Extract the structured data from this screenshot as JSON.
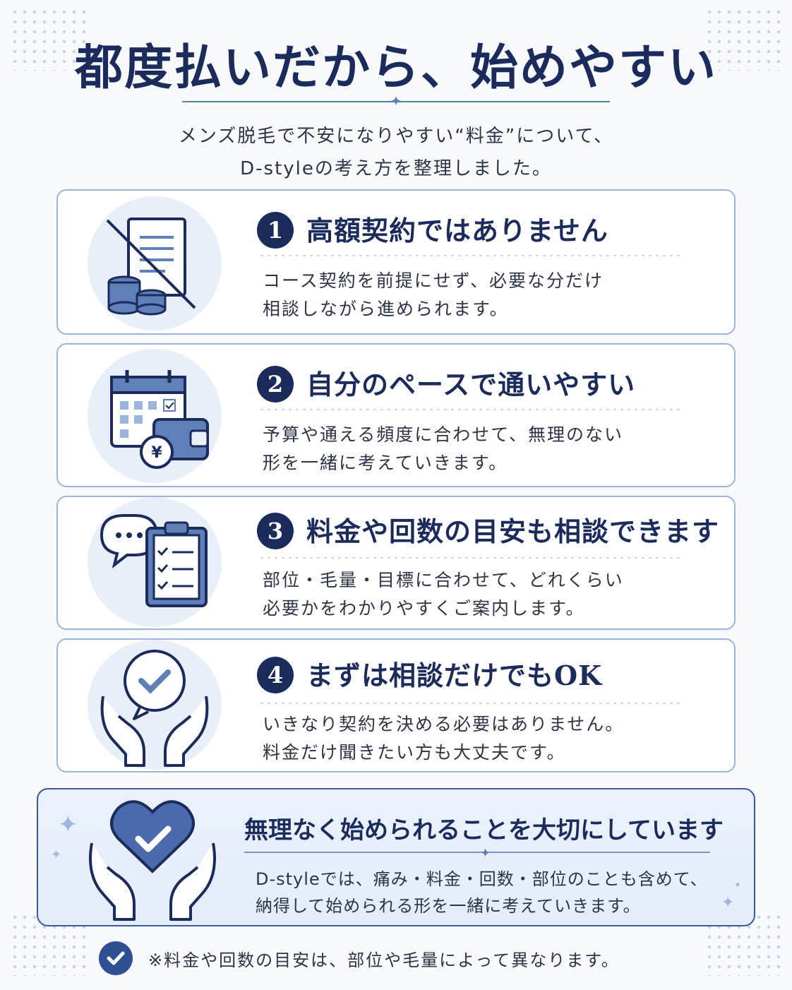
{
  "header": {
    "title": "都度払いだから、始めやすい",
    "subtitle_lines": [
      "メンズ脱毛で不安になりやすい“料金”について、",
      "D-styleの考え方を整理しました。"
    ]
  },
  "cards": [
    {
      "number": "1",
      "heading": "高額契約ではありません",
      "icon": "no-contract-coins-icon",
      "body": [
        "コース契約を前提にせず、必要な分だけ",
        "相談しながら進められます。"
      ]
    },
    {
      "number": "2",
      "heading": "自分のペースで通いやすい",
      "icon": "calendar-wallet-icon",
      "body": [
        "予算や通える頻度に合わせて、無理のない",
        "形を一緒に考えていきます。"
      ]
    },
    {
      "number": "3",
      "heading": "料金や回数の目安も相談できます",
      "icon": "chat-clipboard-icon",
      "body": [
        "部位・毛量・目標に合わせて、どれくらい",
        "必要かをわかりやすくご案内します。"
      ]
    },
    {
      "number": "4",
      "heading": "まずは相談だけでもOK",
      "icon": "hands-check-bubble-icon",
      "body": [
        "いきなり契約を決める必要はありません。",
        "料金だけ聞きたい方も大丈夫です。"
      ]
    }
  ],
  "highlight": {
    "heading": "無理なく始められることを大切にしています",
    "icon": "hands-heart-check-icon",
    "body": [
      "D-styleでは、痛み・料金・回数・部位のことも含めて、",
      "納得して始められる形を一緒に考えていきます。"
    ]
  },
  "note": {
    "icon": "check-circle-icon",
    "text": "※料金や回数の目安は、部位や毛量によって異なります。"
  },
  "colors": {
    "navy": "#1b2c5c",
    "accent": "#2e4f93",
    "border": "#9db4dc",
    "icon_bg": "#e8eff9"
  }
}
